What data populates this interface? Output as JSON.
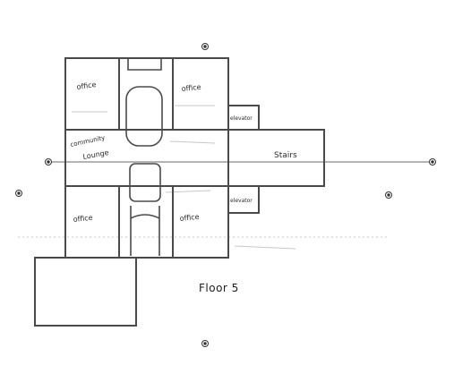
{
  "diagram": {
    "caption": "Floor 5",
    "rooms": {
      "office_top_left": "office",
      "office_top_right": "office",
      "office_bottom_left": "office",
      "office_bottom_right": "office",
      "community_lounge_line1": "community",
      "community_lounge_line2": "Lounge",
      "elevator_top": "elevator",
      "elevator_bottom": "elevator",
      "stairs": "Stairs"
    }
  },
  "colors": {
    "wall": "#4a4a4a",
    "thin_line": "#6a6a6a",
    "faint": "#bdbdbd"
  }
}
